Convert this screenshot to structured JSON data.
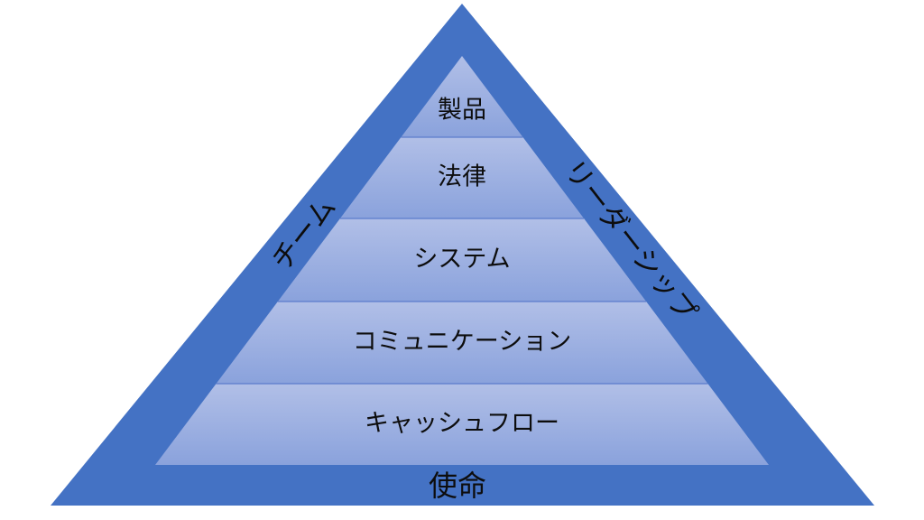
{
  "pyramid": {
    "colors": {
      "frame": "#4472c4",
      "band_top": "#b1bfe7",
      "band_bottom": "#8aa2dc",
      "separator": "#5b7ccc",
      "text": "#0d0d0d"
    },
    "levels": [
      {
        "label": "製品"
      },
      {
        "label": "法律"
      },
      {
        "label": "システム"
      },
      {
        "label": "コミュニケーション"
      },
      {
        "label": "キャッシュフロー"
      }
    ],
    "frame": {
      "left_label": "チーム",
      "right_label": "リーダーシップ",
      "base_label": "使命"
    }
  }
}
